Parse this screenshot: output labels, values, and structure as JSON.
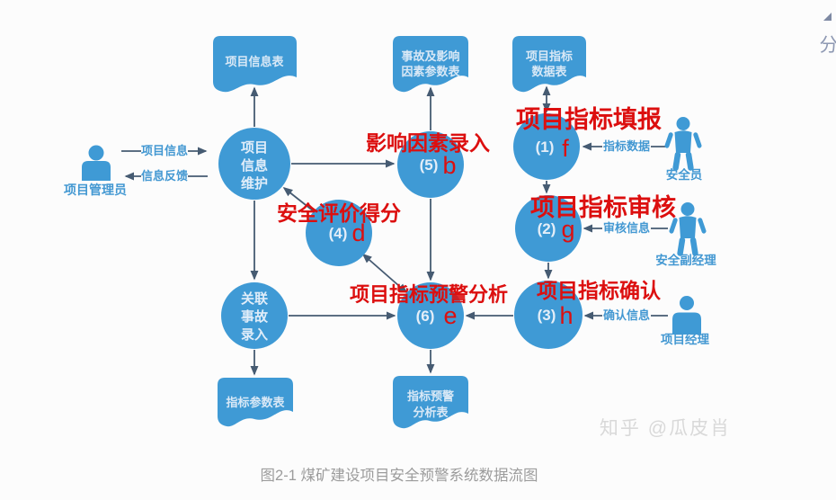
{
  "diagram": {
    "caption": "图2-1 煤矿建设项目安全预警系统数据流图",
    "watermark": "知乎 @瓜皮肖",
    "corner_mark": "分",
    "colors": {
      "shape_blue": "#3f9ad5",
      "arrow_line": "#465b72",
      "annotation_red": "#dc0f0f",
      "flow_label_blue": "#4398d2",
      "caption_gray": "#9c9c9c",
      "watermark_gray": "#d9d9d9"
    },
    "stores": {
      "project_info": {
        "line1": "项目信息表"
      },
      "accident_factors": {
        "line1": "事故及影响",
        "line2": "因素参数表"
      },
      "indicator_data": {
        "line1": "项目指标",
        "line2": "数据表"
      },
      "indicator_params": {
        "line1": "指标参数表"
      },
      "warning_analysis": {
        "line1": "指标预警",
        "line2": "分析表"
      }
    },
    "processes": {
      "info_maintain": {
        "line1": "项目",
        "line2": "信息",
        "line3": "维护"
      },
      "accident_entry": {
        "line1": "关联",
        "line2": "事故",
        "line3": "录入"
      },
      "p1": {
        "num": "(1)",
        "letter": "f"
      },
      "p2": {
        "num": "(2)",
        "letter": "g"
      },
      "p3": {
        "num": "(3)",
        "letter": "h"
      },
      "p4": {
        "num": "(4)",
        "letter": "d"
      },
      "p5": {
        "num": "(5)",
        "letter": "b"
      },
      "p6": {
        "num": "(6)",
        "letter": "e"
      }
    },
    "actors": {
      "project_admin": "项目管理员",
      "safety_officer": "安全员",
      "safety_deputy_manager": "安全副经理",
      "project_manager": "项目经理"
    },
    "flow_labels": {
      "project_info": "项目信息",
      "info_feedback": "信息反馈",
      "indicator_data": "指标数据",
      "review_info": "审核信息",
      "confirm_info": "确认信息"
    },
    "annotations": {
      "p5_label": "影响因素录入",
      "p1_label": "项目指标填报",
      "p4_label": "安全评价得分",
      "p2_label": "项目指标审核",
      "p6_label": "项目指标预警分析",
      "p3_label": "项目指标确认"
    }
  }
}
